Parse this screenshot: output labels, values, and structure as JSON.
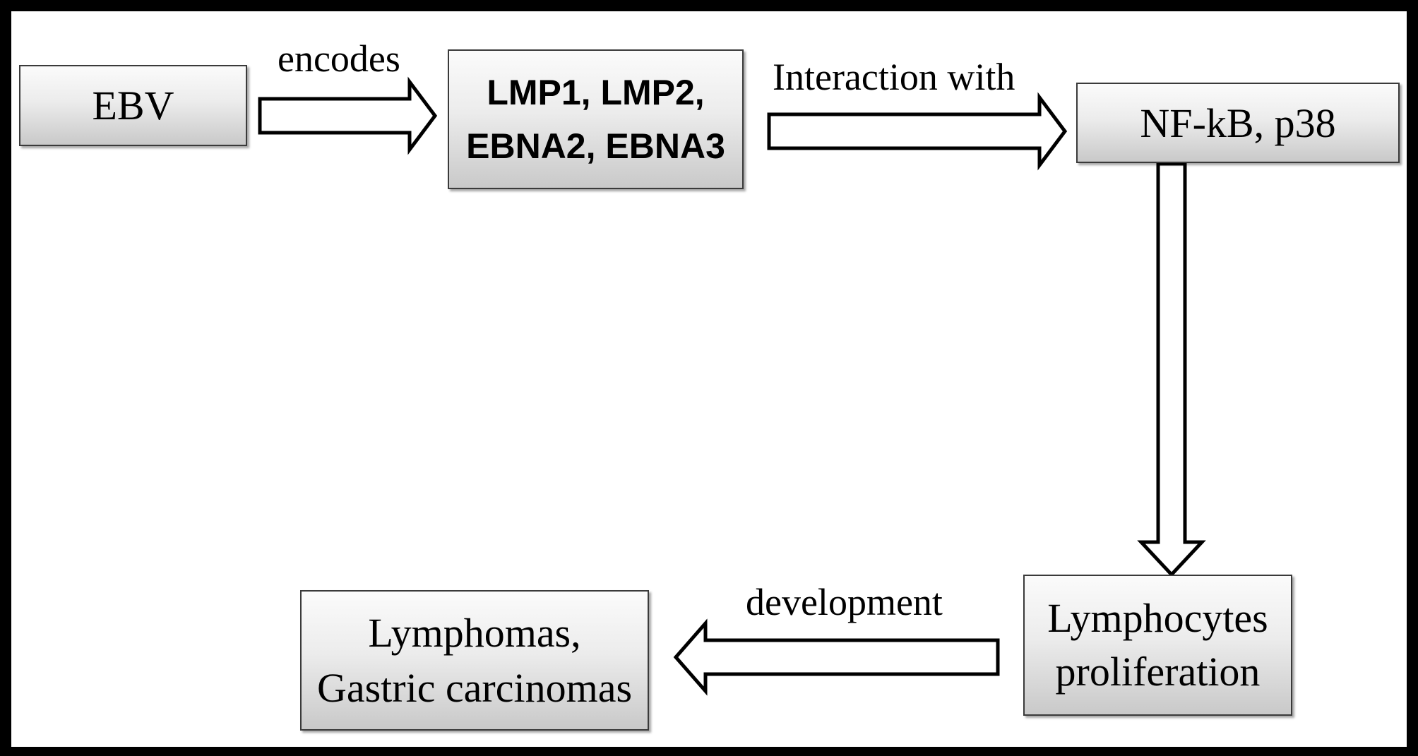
{
  "nodes": {
    "ebv": {
      "lines": [
        "EBV"
      ]
    },
    "proteins": {
      "lines": [
        "LMP1, LMP2,",
        "EBNA2, EBNA3"
      ]
    },
    "pathways": {
      "lines": [
        "NF-kB, p38"
      ]
    },
    "proliferation": {
      "lines": [
        "Lymphocytes",
        "proliferation"
      ]
    },
    "cancers": {
      "lines": [
        "Lymphomas,",
        "Gastric carcinomas"
      ]
    }
  },
  "edges": {
    "ebv_to_proteins": {
      "label": "encodes"
    },
    "proteins_to_pathways": {
      "label": "Interaction with"
    },
    "pathways_to_proliferation": {
      "label": ""
    },
    "proliferation_to_cancers": {
      "label": "development"
    }
  }
}
